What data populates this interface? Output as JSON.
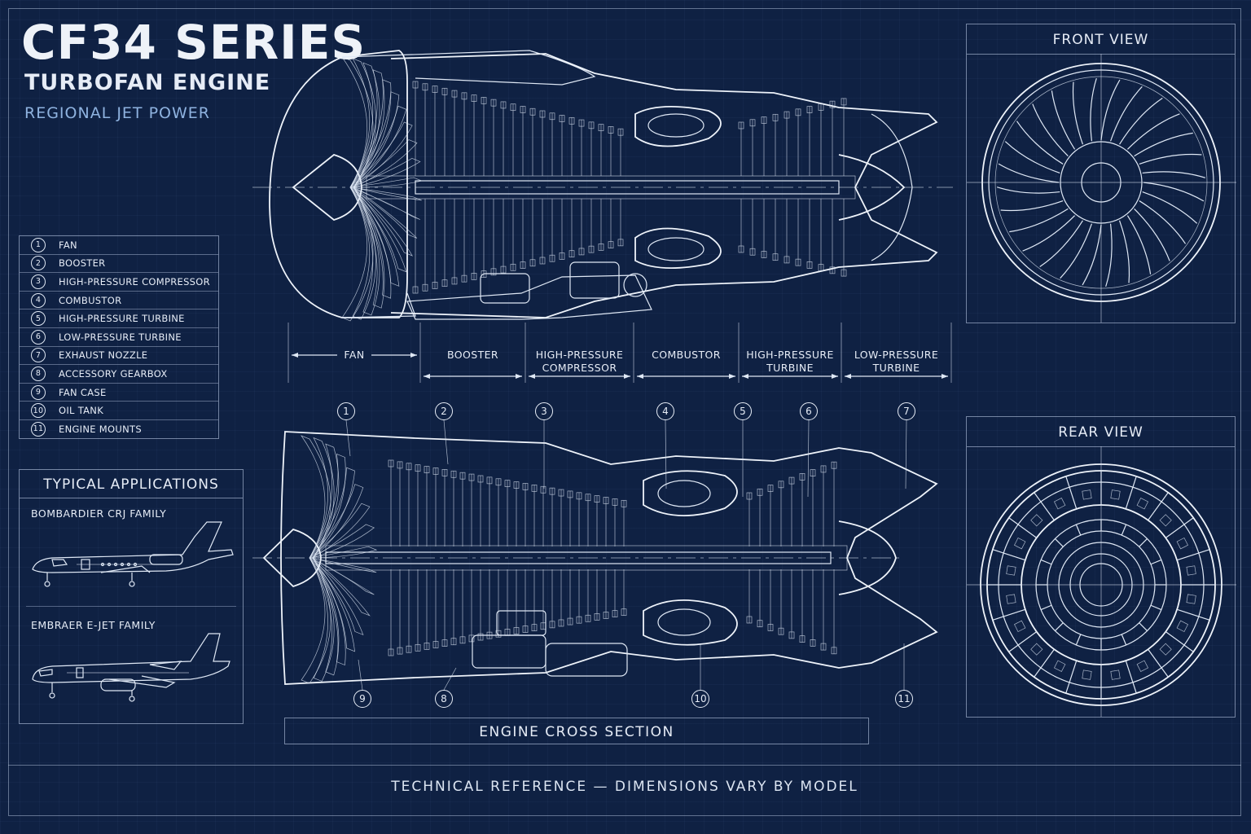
{
  "header": {
    "title": "CF34 SERIES",
    "subtitle": "TURBOFAN ENGINE",
    "tagline": "REGIONAL JET POWER"
  },
  "legend": [
    {
      "num": "1",
      "label": "FAN"
    },
    {
      "num": "2",
      "label": "BOOSTER"
    },
    {
      "num": "3",
      "label": "HIGH-PRESSURE COMPRESSOR"
    },
    {
      "num": "4",
      "label": "COMBUSTOR"
    },
    {
      "num": "5",
      "label": "HIGH-PRESSURE TURBINE"
    },
    {
      "num": "6",
      "label": "LOW-PRESSURE TURBINE"
    },
    {
      "num": "7",
      "label": "EXHAUST NOZZLE"
    },
    {
      "num": "8",
      "label": "ACCESSORY GEARBOX"
    },
    {
      "num": "9",
      "label": "FAN CASE"
    },
    {
      "num": "10",
      "label": "OIL TANK"
    },
    {
      "num": "11",
      "label": "ENGINE MOUNTS"
    }
  ],
  "applications": {
    "title": "TYPICAL APPLICATIONS",
    "items": [
      "BOMBARDIER CRJ FAMILY",
      "EMBRAER E-JET FAMILY"
    ]
  },
  "sections": [
    {
      "label": "FAN"
    },
    {
      "label": "BOOSTER"
    },
    {
      "label": "HIGH-PRESSURE\nCOMPRESSOR"
    },
    {
      "label": "COMBUSTOR"
    },
    {
      "label": "HIGH-PRESSURE\nTURBINE"
    },
    {
      "label": "LOW-PRESSURE\nTURBINE"
    }
  ],
  "callouts_top": [
    "1",
    "2",
    "3",
    "4",
    "5",
    "6",
    "7"
  ],
  "callouts_bottom": [
    "9",
    "8",
    "10",
    "11"
  ],
  "views": {
    "front": "FRONT VIEW",
    "rear": "REAR VIEW"
  },
  "cross_section_label": "ENGINE CROSS SECTION",
  "footer": "TECHNICAL  REFERENCE — DIMENSIONS VARY BY MODEL",
  "colors": {
    "background": "#0f2143",
    "line": "#dfe8f5",
    "accent": "#8fb3e0"
  }
}
